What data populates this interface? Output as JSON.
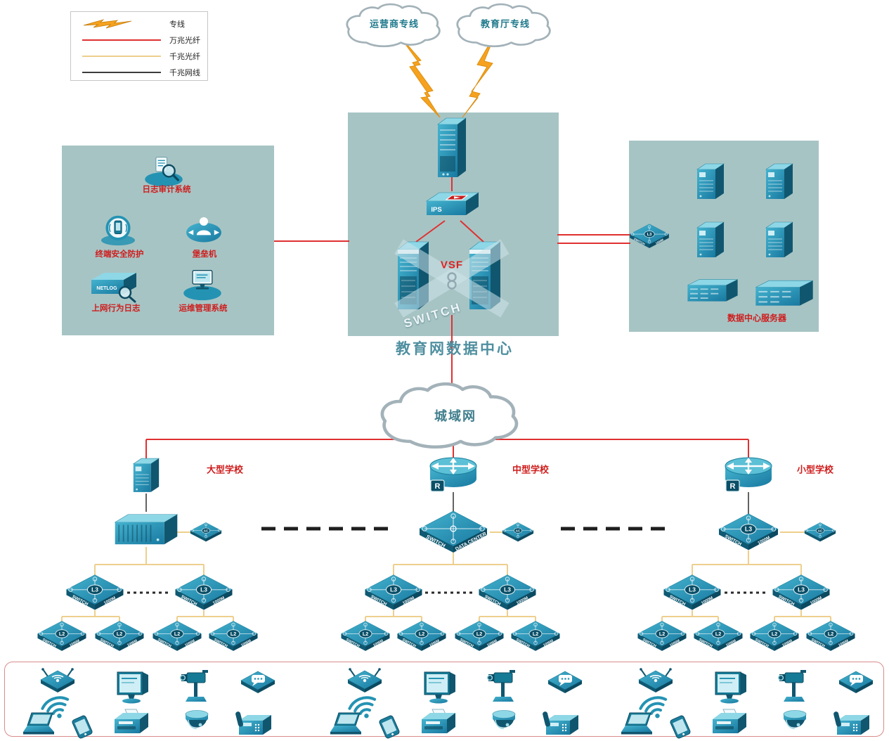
{
  "legend": {
    "items": [
      {
        "label": "专线",
        "type": "lightning",
        "color": "#f6a21e"
      },
      {
        "label": "万兆光纤",
        "type": "line",
        "color": "#e03030"
      },
      {
        "label": "千兆光纤",
        "type": "line",
        "color": "#edcf8d"
      },
      {
        "label": "千兆网线",
        "type": "line",
        "color": "#3c3c3c"
      }
    ]
  },
  "clouds": {
    "carrier": "运营商专线",
    "education": "教育厅专线",
    "man": "城域网"
  },
  "datacenter": {
    "title": "教育网数据中心",
    "ips_label": "IPS",
    "vsf_label": "VSF",
    "switch_label": "SWITCH"
  },
  "security_zone": {
    "items": [
      {
        "label": "日志审计系统"
      },
      {
        "label": "终端安全防护"
      },
      {
        "label": "堡垒机"
      },
      {
        "label": "上网行为日志"
      },
      {
        "label": "运维管理系统"
      }
    ],
    "netlog_text": "NETLOG"
  },
  "server_zone": {
    "title": "数据中心服务器"
  },
  "device_labels": {
    "switch_left": "SWITCH",
    "switch_right": "1000M",
    "l3": "L3",
    "l2": "L2",
    "ac": "AC",
    "router": "R",
    "dc_switch_right": "DATA CENTER"
  },
  "schools": [
    {
      "name": "大型学校"
    },
    {
      "name": "中型学校"
    },
    {
      "name": "小型学校"
    }
  ]
}
